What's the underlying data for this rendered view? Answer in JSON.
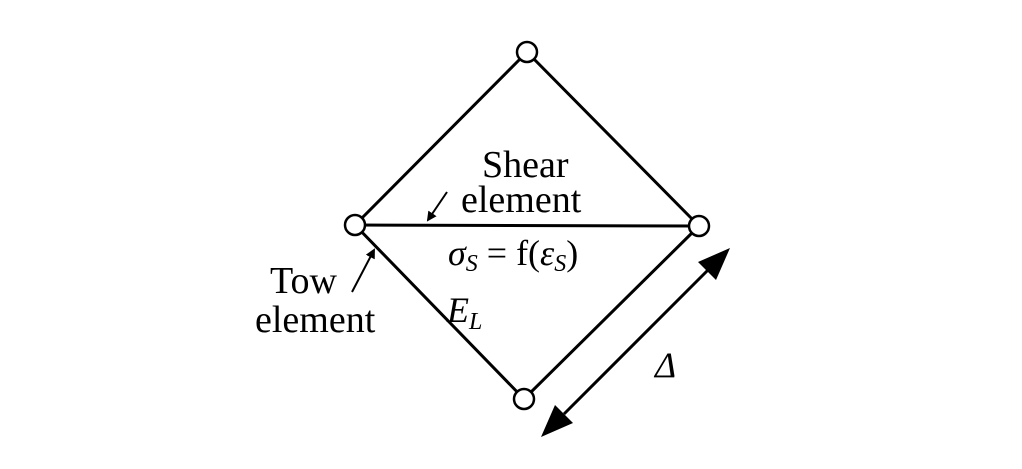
{
  "labels": {
    "shear_line1": "Shear",
    "shear_line2": "element",
    "tow_line1": "Tow",
    "tow_line2": "element",
    "stress_sigma": "σ",
    "stress_sigma_sub": "S",
    "stress_eq": " = f(",
    "stress_eps": "ε",
    "stress_eps_sub": "S",
    "stress_close": ")",
    "modulus_E": "E",
    "modulus_sub": "L",
    "delta": "Δ"
  },
  "colors": {
    "line": "#000000",
    "node_fill": "#ffffff",
    "background": "#ffffff"
  }
}
